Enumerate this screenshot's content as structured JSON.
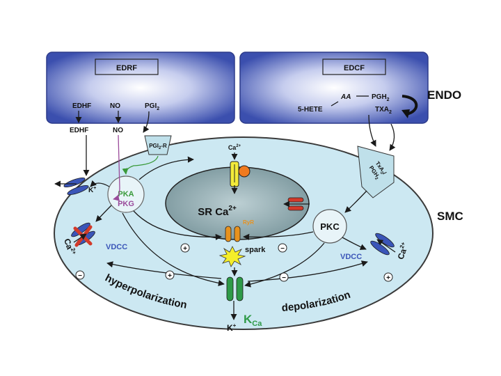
{
  "endo": {
    "label": "ENDO",
    "left_box": {
      "title": "EDRF",
      "edhf": "EDHF",
      "no": "NO",
      "pgi": "PGI",
      "pgi_sub": "2"
    },
    "right_box": {
      "title": "EDCF",
      "aa": "AA",
      "pgh": "PGH",
      "pgh_sub": "2",
      "hete": "5-HETE",
      "txa": "TXA",
      "txa_sub": "2"
    }
  },
  "smc": {
    "label": "SMC"
  },
  "receptors": {
    "edhf": "EDHF",
    "no": "NO",
    "pgi_r": "PGI",
    "pgi_r_sub": "2",
    "pgi_r_suffix": "-R",
    "txa_r_line1": "TxA",
    "txa_r_line1_sub": "2",
    "txa_r_line1_suffix": "/",
    "txa_r_line2": "PGH",
    "txa_r_line2_sub": "2"
  },
  "cell": {
    "k_left": "K",
    "k_left_sup": "+",
    "pka": "PKA",
    "pkg": "PKG",
    "ca_top": "Ca",
    "ca_top_sup": "2+",
    "sr": "SR Ca",
    "sr_sup": "2+",
    "ryr": "RyR",
    "spark": "spark",
    "pkc": "PKC",
    "vdcc_left": "VDCC",
    "vdcc_right": "VDCC",
    "ca_left": "Ca",
    "ca_left_sup": "2+",
    "ca_right": "Ca",
    "ca_right_sup": "2+",
    "k_bottom": "K",
    "k_bottom_sup": "+",
    "kca": "K",
    "kca_sub": "Ca",
    "hyperpolarization": "hyperpolarization",
    "depolarization": "depolarization"
  },
  "signs": {
    "plus": "+",
    "minus": "−"
  },
  "colors": {
    "box_blue": "#3b4fae",
    "cell_fill": "#cce8f2",
    "sr_fill": "#8aa6ae",
    "pka_green": "#3a9a3a",
    "pkg_purple": "#9a4a9a",
    "vdcc_blue": "#3a55b8",
    "kca_green": "#2e9a48",
    "ryr_orange": "#e8921e",
    "spark_yellow": "#f4ee2a",
    "block_red": "#d23a2a"
  }
}
